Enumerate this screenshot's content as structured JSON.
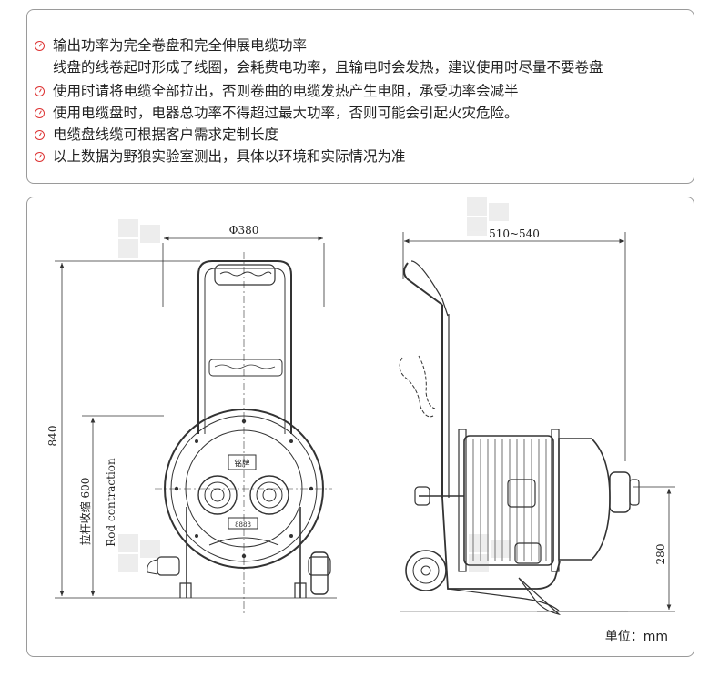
{
  "notes": [
    {
      "text": "输出功率为完全卷盘和完全伸展电缆功率"
    },
    {
      "text": "线盘的线卷起时形成了线圈，会耗费电功率，且输电时会发热，建议使用时尽量不要卷盘",
      "continuation": true
    },
    {
      "text": "使用时请将电缆全部拉出，否则卷曲的电缆发热产生电阻，承受功率会减半"
    },
    {
      "text": "使用电缆盘时，电器总功率不得超过最大功率，否则可能会引起火灾危险。"
    },
    {
      "text": "电缆盘线缆可根据客户需求定制长度"
    },
    {
      "text": "以上数据为野狼实验室测出，具体以环境和实际情况为准"
    }
  ],
  "dimensions": {
    "front_diameter": "Φ380",
    "side_depth": "510~540",
    "total_height": "840",
    "rod_label_cn": "拉杆收缩 600",
    "rod_label_en": "Rod contraction",
    "socket_height": "280",
    "nameplate": "铭牌",
    "switch_label": "8888"
  },
  "unit_label": "单位：mm",
  "colors": {
    "line": "#333333",
    "border": "#9a9a9a",
    "icon": "#dd3333",
    "watermark": "#8a8a8a"
  }
}
